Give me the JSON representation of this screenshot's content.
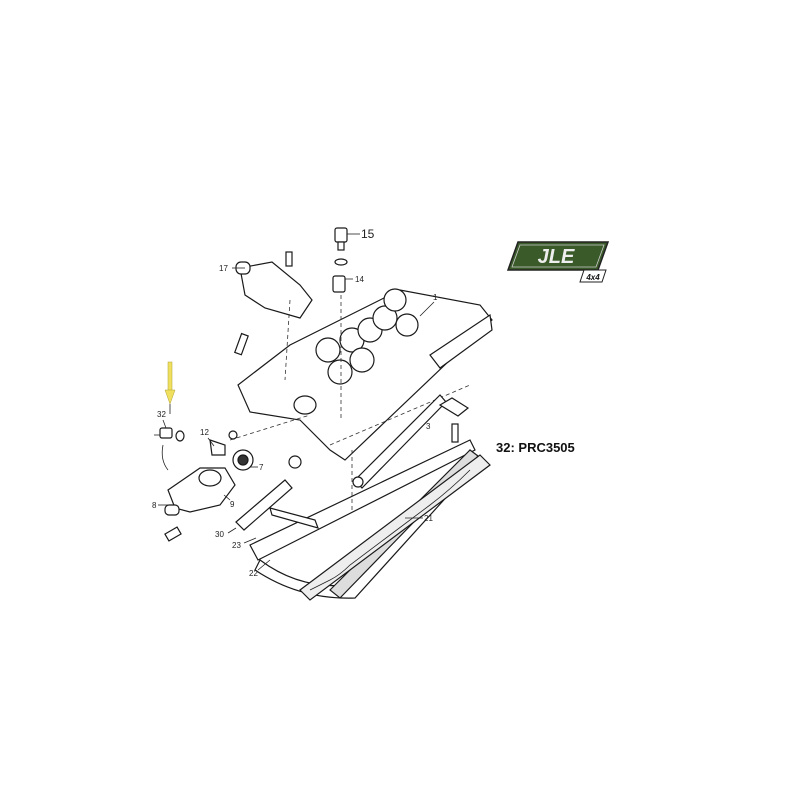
{
  "logo": {
    "text": "JLE",
    "subtext": "4x4",
    "color": "#3a5a2a"
  },
  "arrow_color": "#f0e060",
  "part_number_label": "32: PRC3505",
  "callouts": {
    "c1": "1",
    "c3": "3",
    "c7": "7",
    "c8": "8",
    "c9": "9",
    "c12": "12",
    "c14": "14",
    "c15": "15",
    "c17": "17",
    "c21": "21",
    "c22": "22",
    "c23": "23",
    "c30": "30",
    "c32": "32"
  }
}
